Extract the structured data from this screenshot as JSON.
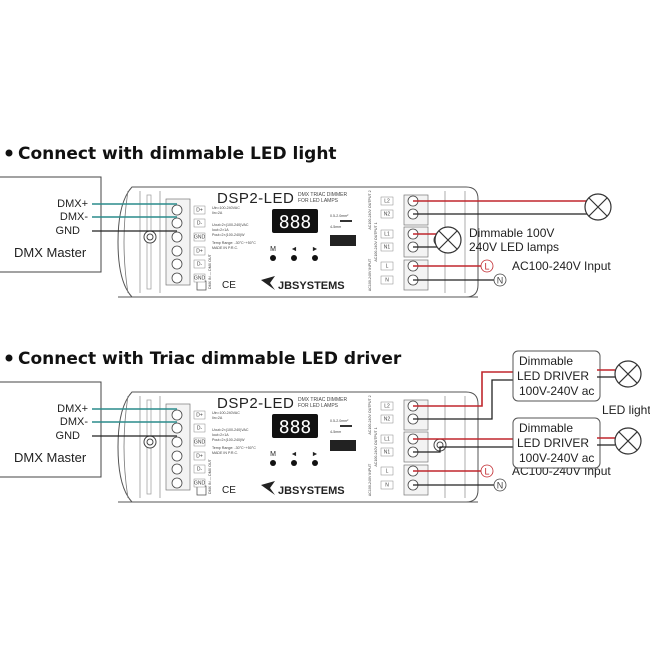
{
  "sections": [
    {
      "heading": "Connect with dimmable LED light",
      "master": {
        "title": "DMX Master",
        "pins": [
          "DMX+",
          "DMX-",
          "GND"
        ]
      },
      "lamp_label": [
        "Dimmable 100V",
        "240V LED lamps"
      ],
      "input_label": "AC100-240V Input"
    },
    {
      "heading": "Connect with Triac dimmable LED driver",
      "master": {
        "title": "DMX Master",
        "pins": [
          "DMX+",
          "DMX-",
          "GND"
        ]
      },
      "driver_label": [
        "Dimmable",
        "LED DRIVER",
        "100V-240V ac"
      ],
      "lamp_label": "LED light",
      "input_label": "AC100-240V Input"
    }
  ],
  "device": {
    "model": "DSP2-LED",
    "subtitle": [
      "DMX TRIAC DIMMER",
      "FOR LED LAMPS"
    ],
    "specs": [
      "Uin=100-240VAC",
      "Iin=2A",
      "Uout=2×(100-240)VAC",
      "Iout=2×1A",
      "Pout=2×(100-240)W",
      "Temp Range: -30°C~+50°C",
      "MADE IN P.R.C."
    ],
    "display": "888",
    "buttons": [
      "M",
      "◄",
      "►"
    ],
    "wire_spec": [
      "0.5-2.0mm²",
      "4-5mm"
    ],
    "dmx_terminals": [
      "D+",
      "D-",
      "GND",
      "D+",
      "D-",
      "GND"
    ],
    "dmx_side_label": "DMX IN — DMX OUT",
    "out_terminals": [
      "L2",
      "N2",
      "L1",
      "N1",
      "L",
      "N"
    ],
    "out_groups": [
      "AC100-240V OUTPUT 2",
      "AC100-240V OUTPUT 1",
      "AC100-240V INPUT"
    ],
    "brand": "JBSYSTEMS",
    "ce": "CE"
  },
  "terminals": {
    "L": "L",
    "N": "N"
  },
  "colors": {
    "live": "#c0272d",
    "neutral": "#222222",
    "dmx": "#2a8c8c",
    "display": "#111111"
  }
}
